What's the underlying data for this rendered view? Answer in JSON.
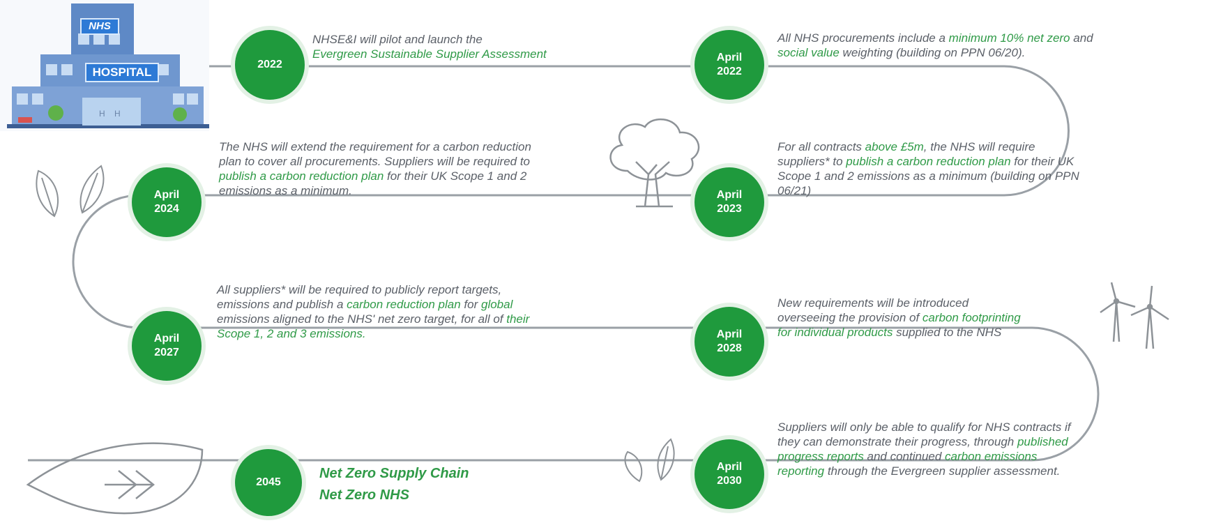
{
  "milestones": [
    {
      "id": "m2022",
      "label": "2022"
    },
    {
      "id": "mapr2022",
      "line1": "April",
      "line2": "2022"
    },
    {
      "id": "mapr2023",
      "line1": "April",
      "line2": "2023"
    },
    {
      "id": "mapr2024",
      "line1": "April",
      "line2": "2024"
    },
    {
      "id": "mapr2027",
      "line1": "April",
      "line2": "2027"
    },
    {
      "id": "mapr2028",
      "line1": "April",
      "line2": "2028"
    },
    {
      "id": "mapr2030",
      "line1": "April",
      "line2": "2030"
    },
    {
      "id": "m2045",
      "label": "2045"
    }
  ],
  "descriptions": {
    "d2022": {
      "t1": "NHSE&I will pilot and launch the",
      "g1": "Evergreen Sustainable Supplier Assessment"
    },
    "dapr2022": {
      "t1": "All NHS procurements include a ",
      "g1": "minimum 10% net zero",
      "t2": " and",
      "g2": "social value",
      "t3": " weighting (building on PPN 06/20)."
    },
    "dapr2023": {
      "t1": "For all contracts ",
      "g1": "above £5m",
      "t2": ", the NHS will require",
      "t3": "suppliers* to ",
      "g2": "publish a carbon reduction plan",
      "t4": " for their UK",
      "t5": "Scope 1 and 2 emissions as a minimum (building on PPN",
      "t6": "06/21)"
    },
    "dapr2024": {
      "t1": "The NHS will extend the requirement for a carbon reduction",
      "t2": "plan to cover all procurements. Suppliers will be required to",
      "g1": "publish a carbon reduction plan",
      "t3": " for their UK Scope 1 and 2",
      "t4": "emissions as a minimum."
    },
    "dapr2027": {
      "t1": "All suppliers* will be required to publicly report targets,",
      "t2": "emissions and publish a ",
      "g1": "carbon reduction plan",
      "t3": " for ",
      "g2": "global",
      "t4": "emissions aligned to the NHS' net zero target, for all of ",
      "g3": "their",
      "g4": "Scope 1, 2 and 3 emissions."
    },
    "dapr2028": {
      "t1": "New requirements will be introduced",
      "t2": "overseeing the provision of ",
      "g1": "carbon footprinting",
      "g2": "for individual products",
      "t3": " supplied to the NHS"
    },
    "dapr2030": {
      "t1": "Suppliers will only be able to qualify for NHS contracts if",
      "t2": "they can demonstrate their progress, through ",
      "g1": "published",
      "g2": "progress reports",
      "t3": " and continued ",
      "g3": "carbon emissions",
      "g4": "reporting",
      "t4": " through the Evergreen supplier assessment."
    }
  },
  "final": {
    "line1": "Net Zero Supply Chain",
    "line2": "Net Zero NHS"
  },
  "hospital": {
    "logo": "NHS",
    "sign": "HOSPITAL",
    "door": "H    H"
  },
  "colors": {
    "green": "#1f9a3d",
    "green_text": "#2f9a47",
    "line": "#9aa0a6",
    "text": "#5b6068",
    "nhs_blue": "#2d7ad6"
  },
  "icons": [
    "hospital-icon",
    "tree-icon",
    "leaves-icon",
    "wind-turbine-icon",
    "leaf-arrow-icon"
  ]
}
